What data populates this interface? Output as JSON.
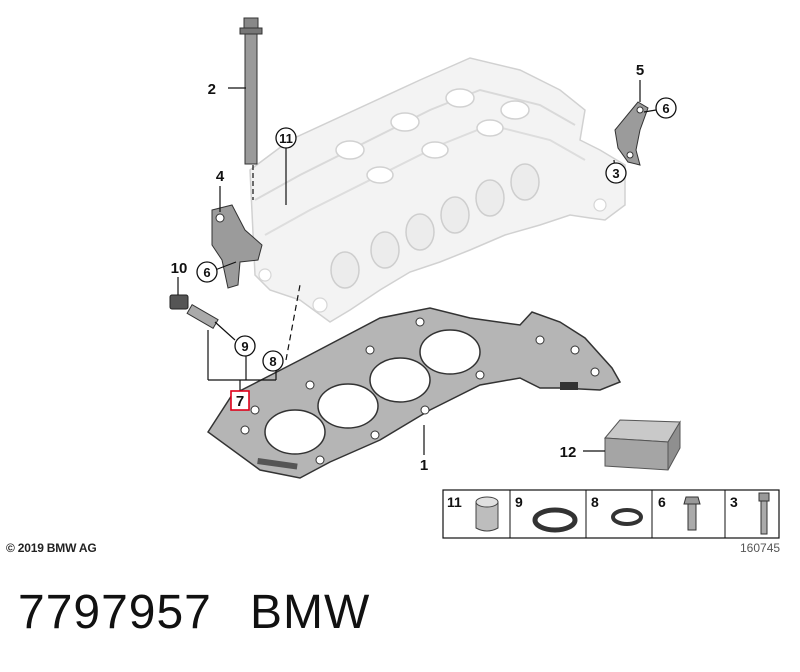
{
  "callouts": {
    "c1": "1",
    "c2": "2",
    "c3": "3",
    "c4": "4",
    "c5": "5",
    "c6a": "6",
    "c6b": "6",
    "c7": "7",
    "c8": "8",
    "c9": "9",
    "c10": "10",
    "c11": "11",
    "c12": "12"
  },
  "legend": {
    "items": [
      "11",
      "9",
      "8",
      "6",
      "3"
    ]
  },
  "footer": {
    "copyright": "© 2019 BMW AG",
    "image_number": "160745",
    "part_number": "7797957",
    "brand": "BMW"
  },
  "colors": {
    "highlight": "#e0001a",
    "line": "#111111",
    "head_fill": "#f2f2f2",
    "gasket_fill": "#b5b5b5"
  }
}
